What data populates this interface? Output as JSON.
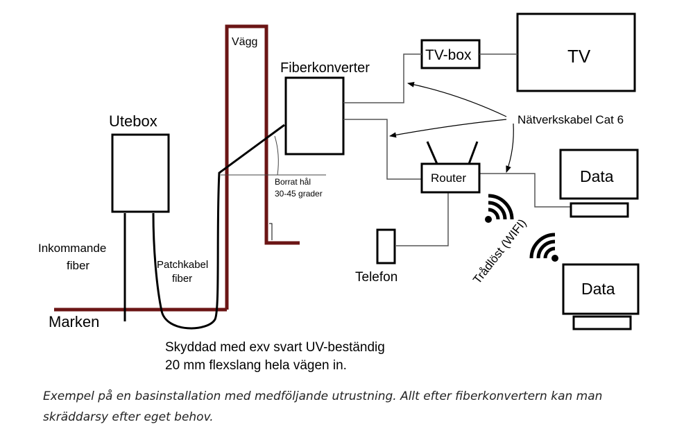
{
  "labels": {
    "wall": "Vägg",
    "fiber_converter": "Fiberkonverter",
    "tv_box": "TV-box",
    "tv": "TV",
    "outdoor_box": "Utebox",
    "network_cable": "Nätverkskabel Cat 6",
    "drilled_hole_line1": "Borrat hål",
    "drilled_hole_line2": "30-45 grader",
    "router": "Router",
    "data_1": "Data",
    "data_2": "Data",
    "incoming_fiber_line1": "Inkommande",
    "incoming_fiber_line2": "fiber",
    "patch_cable_line1": "Patchkabel",
    "patch_cable_line2": "fiber",
    "phone": "Telefon",
    "wireless": "Trådlöst (WIFI)",
    "ground": "Marken",
    "protection_line1": "Skyddad med exv svart UV-beständig",
    "protection_line2": "20 mm flexslang hela vägen in."
  },
  "caption": "Exempel på en basinstallation med medföljande utrustning. Allt efter fiberkonvertern kan man skräddarsy efter eget behov.",
  "colors": {
    "wall_ground": "#6b1515",
    "lines": "#000000",
    "thin_lines": "#555555"
  }
}
